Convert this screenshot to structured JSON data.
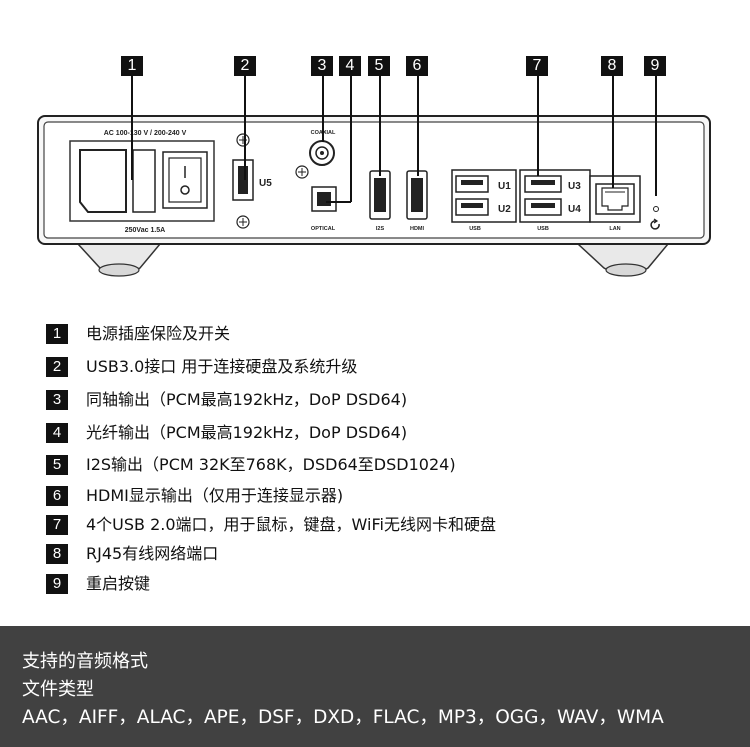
{
  "callouts": [
    "1",
    "2",
    "3",
    "4",
    "5",
    "6",
    "7",
    "8",
    "9"
  ],
  "panel": {
    "power_rating": "AC 100-130 V / 200-240 V",
    "fuse_rating": "250Vac  1.5A",
    "usb5_label": "U5",
    "coaxial_label": "COAXIAL",
    "optical_label": "OPTICAL",
    "i2s_label": "I2S",
    "hdmi_label": "HDMI",
    "usb_label_left": "USB",
    "usb_label_right": "USB",
    "u1": "U1",
    "u2": "U2",
    "u3": "U3",
    "u4": "U4",
    "lan_label": "LAN"
  },
  "legend": [
    {
      "num": "1",
      "text": "电源插座保险及开关"
    },
    {
      "num": "2",
      "text": "USB3.0接口 用于连接硬盘及系统升级"
    },
    {
      "num": "3",
      "text": "同轴输出（PCM最高192kHz，DoP DSD64)"
    },
    {
      "num": "4",
      "text": "光纤输出（PCM最高192kHz，DoP DSD64)"
    },
    {
      "num": "5",
      "text": "I2S输出（PCM 32K至768K，DSD64至DSD1024)"
    },
    {
      "num": "6",
      "text": "HDMI显示输出（仅用于连接显示器)"
    },
    {
      "num": "7",
      "text": "4个USB 2.0端口，用于鼠标，键盘，WiFi无线网卡和硬盘"
    },
    {
      "num": "8",
      "text": "RJ45有线网络端口"
    },
    {
      "num": "9",
      "text": "重启按键"
    }
  ],
  "footer": {
    "line1": "支持的音频格式",
    "line2": "文件类型",
    "line3": "AAC，AIFF，ALAC，APE，DSF，DXD，FLAC，MP3，OGG，WAV，WMA"
  },
  "colors": {
    "badge": "#111111",
    "footer_bg": "#414141",
    "chassis_edge": "#333333"
  }
}
